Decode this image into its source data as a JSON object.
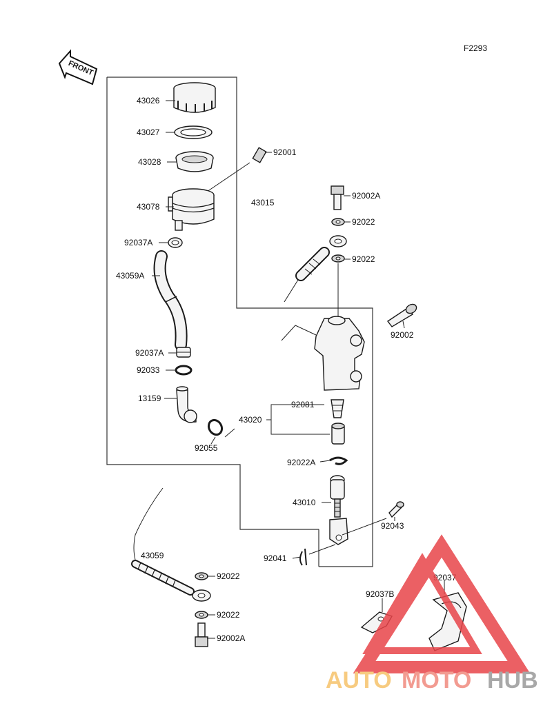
{
  "figure_code": "F2293",
  "front_label": "FRONT",
  "part_labels": {
    "p43026": "43026",
    "p43027": "43027",
    "p43028": "43028",
    "p92001": "92001",
    "p43078": "43078",
    "p43015": "43015",
    "p92002A_top": "92002A",
    "p92022_a": "92022",
    "p92022_b": "92022",
    "p92037A_top": "92037A",
    "p43059A": "43059A",
    "p92002": "92002",
    "p92037A_bottom": "92037A",
    "p92033": "92033",
    "p13159": "13159",
    "p92081": "92081",
    "p43020": "43020",
    "p92055": "92055",
    "p92022A": "92022A",
    "p43010": "43010",
    "p92043": "92043",
    "p92041": "92041",
    "p43059": "43059",
    "p92022_c": "92022",
    "p92022_d": "92022",
    "p92002A_bottom": "92002A",
    "p92037": "92037",
    "p92037B": "92037B"
  },
  "watermark": {
    "part1": "AUTO",
    "part2": "MOTO",
    "part3": "HUB",
    "color_auto": "#f6c26b",
    "color_moto": "#f08a7e",
    "color_hub": "#9a9a9a",
    "triangle_color": "#e8454a"
  }
}
